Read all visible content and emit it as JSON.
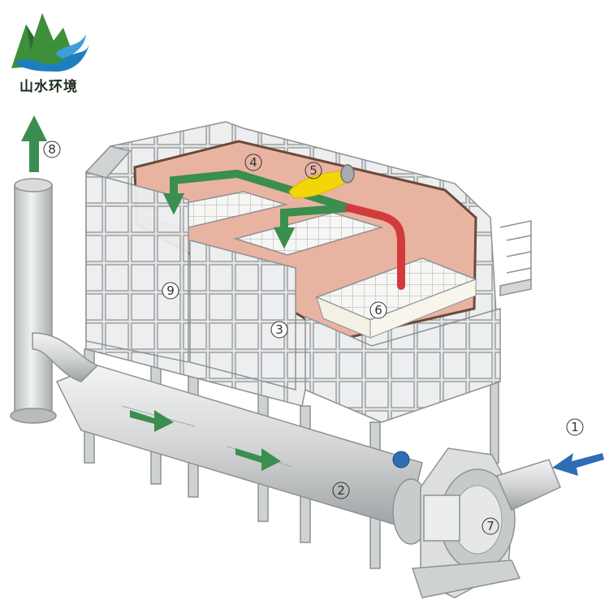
{
  "brand": {
    "name": "山水环境",
    "colors": {
      "green": "#2f8a3c",
      "blue": "#1e7fc0"
    }
  },
  "labels": {
    "inlet": "1",
    "main_duct": "2",
    "bed_chamber": "3",
    "combustion_chamber": "4",
    "burner": "5",
    "catalyst_bed": "6",
    "fan": "7",
    "exhaust": "8",
    "adsorption_chamber": "9"
  },
  "colors": {
    "frame": "#c9cbcc",
    "panel": "#e4e6e7",
    "chamber": "#e9b3a2",
    "green_arrow": "#3a8e4f",
    "red_arrow": "#d23b3b",
    "flame": "#f2d60a",
    "inlet_arrow": "#2f6db5"
  }
}
